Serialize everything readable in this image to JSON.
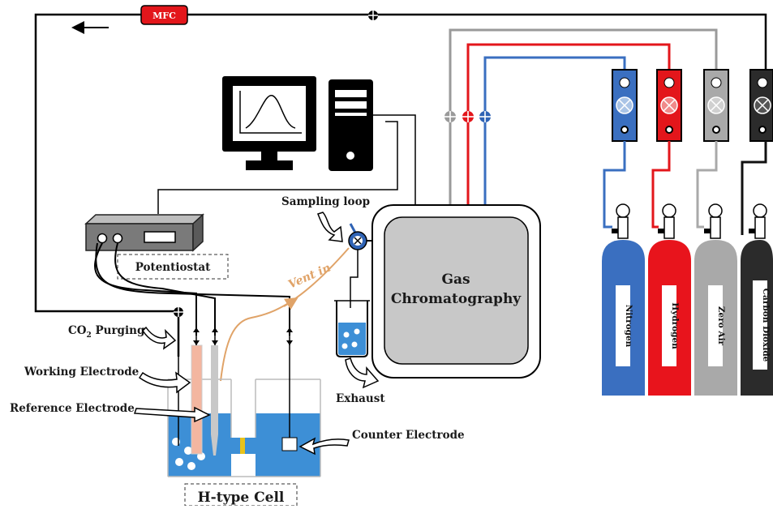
{
  "labels": {
    "mfc": "MFC",
    "co2_prefix": "CO",
    "co2_sub": "2",
    "co2_suffix": " Purging",
    "working_electrode": "Working Electrode",
    "reference_electrode": "Reference Electrode",
    "counter_electrode": "Counter Electrode",
    "potentiostat": "Potentiostat",
    "h_type_cell": "H-type Cell",
    "sampling_loop": "Sampling loop",
    "vent_in": "Vent in",
    "exhaust": "Exhaust",
    "gc_line1": "Gas",
    "gc_line2": "Chromatography"
  },
  "cylinders": [
    {
      "name": "Nitrogen",
      "color": "#3a6fc0"
    },
    {
      "name": "Hydrogen",
      "color": "#e8141c"
    },
    {
      "name": "Zero Air",
      "color": "#a9a9a9"
    },
    {
      "name": "Carbon Dioxide",
      "color": "#2b2b2b"
    }
  ],
  "colors": {
    "electrolyte": "#3d8fd6",
    "vent_line": "#e0a368",
    "gc_body": "#c8c8c8",
    "working_electrode": "#f3b6a0",
    "reference_electrode": "#c8c8c8"
  }
}
